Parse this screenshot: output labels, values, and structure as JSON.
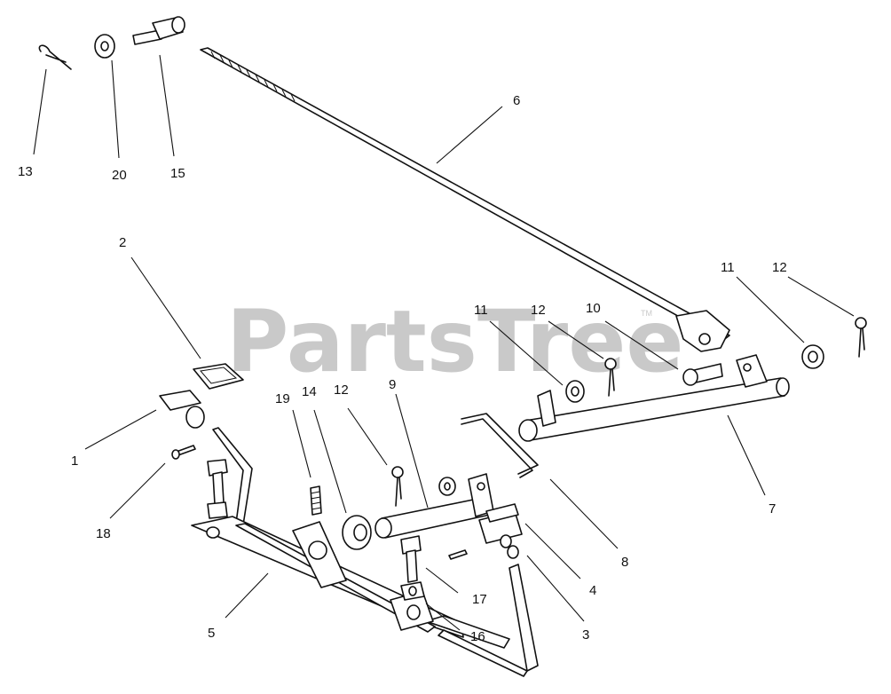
{
  "watermark": {
    "text": "PartsTree",
    "trademark": "TM"
  },
  "callouts": {
    "c1": "1",
    "c2": "2",
    "c3": "3",
    "c4": "4",
    "c5": "5",
    "c6": "6",
    "c7": "7",
    "c8": "8",
    "c9": "9",
    "c10": "10",
    "c11a": "11",
    "c11b": "11",
    "c12a": "12",
    "c12b": "12",
    "c12c": "12",
    "c13": "13",
    "c14": "14",
    "c15": "15",
    "c16": "16",
    "c17": "17",
    "c18": "18",
    "c19": "19",
    "c20": "20"
  }
}
